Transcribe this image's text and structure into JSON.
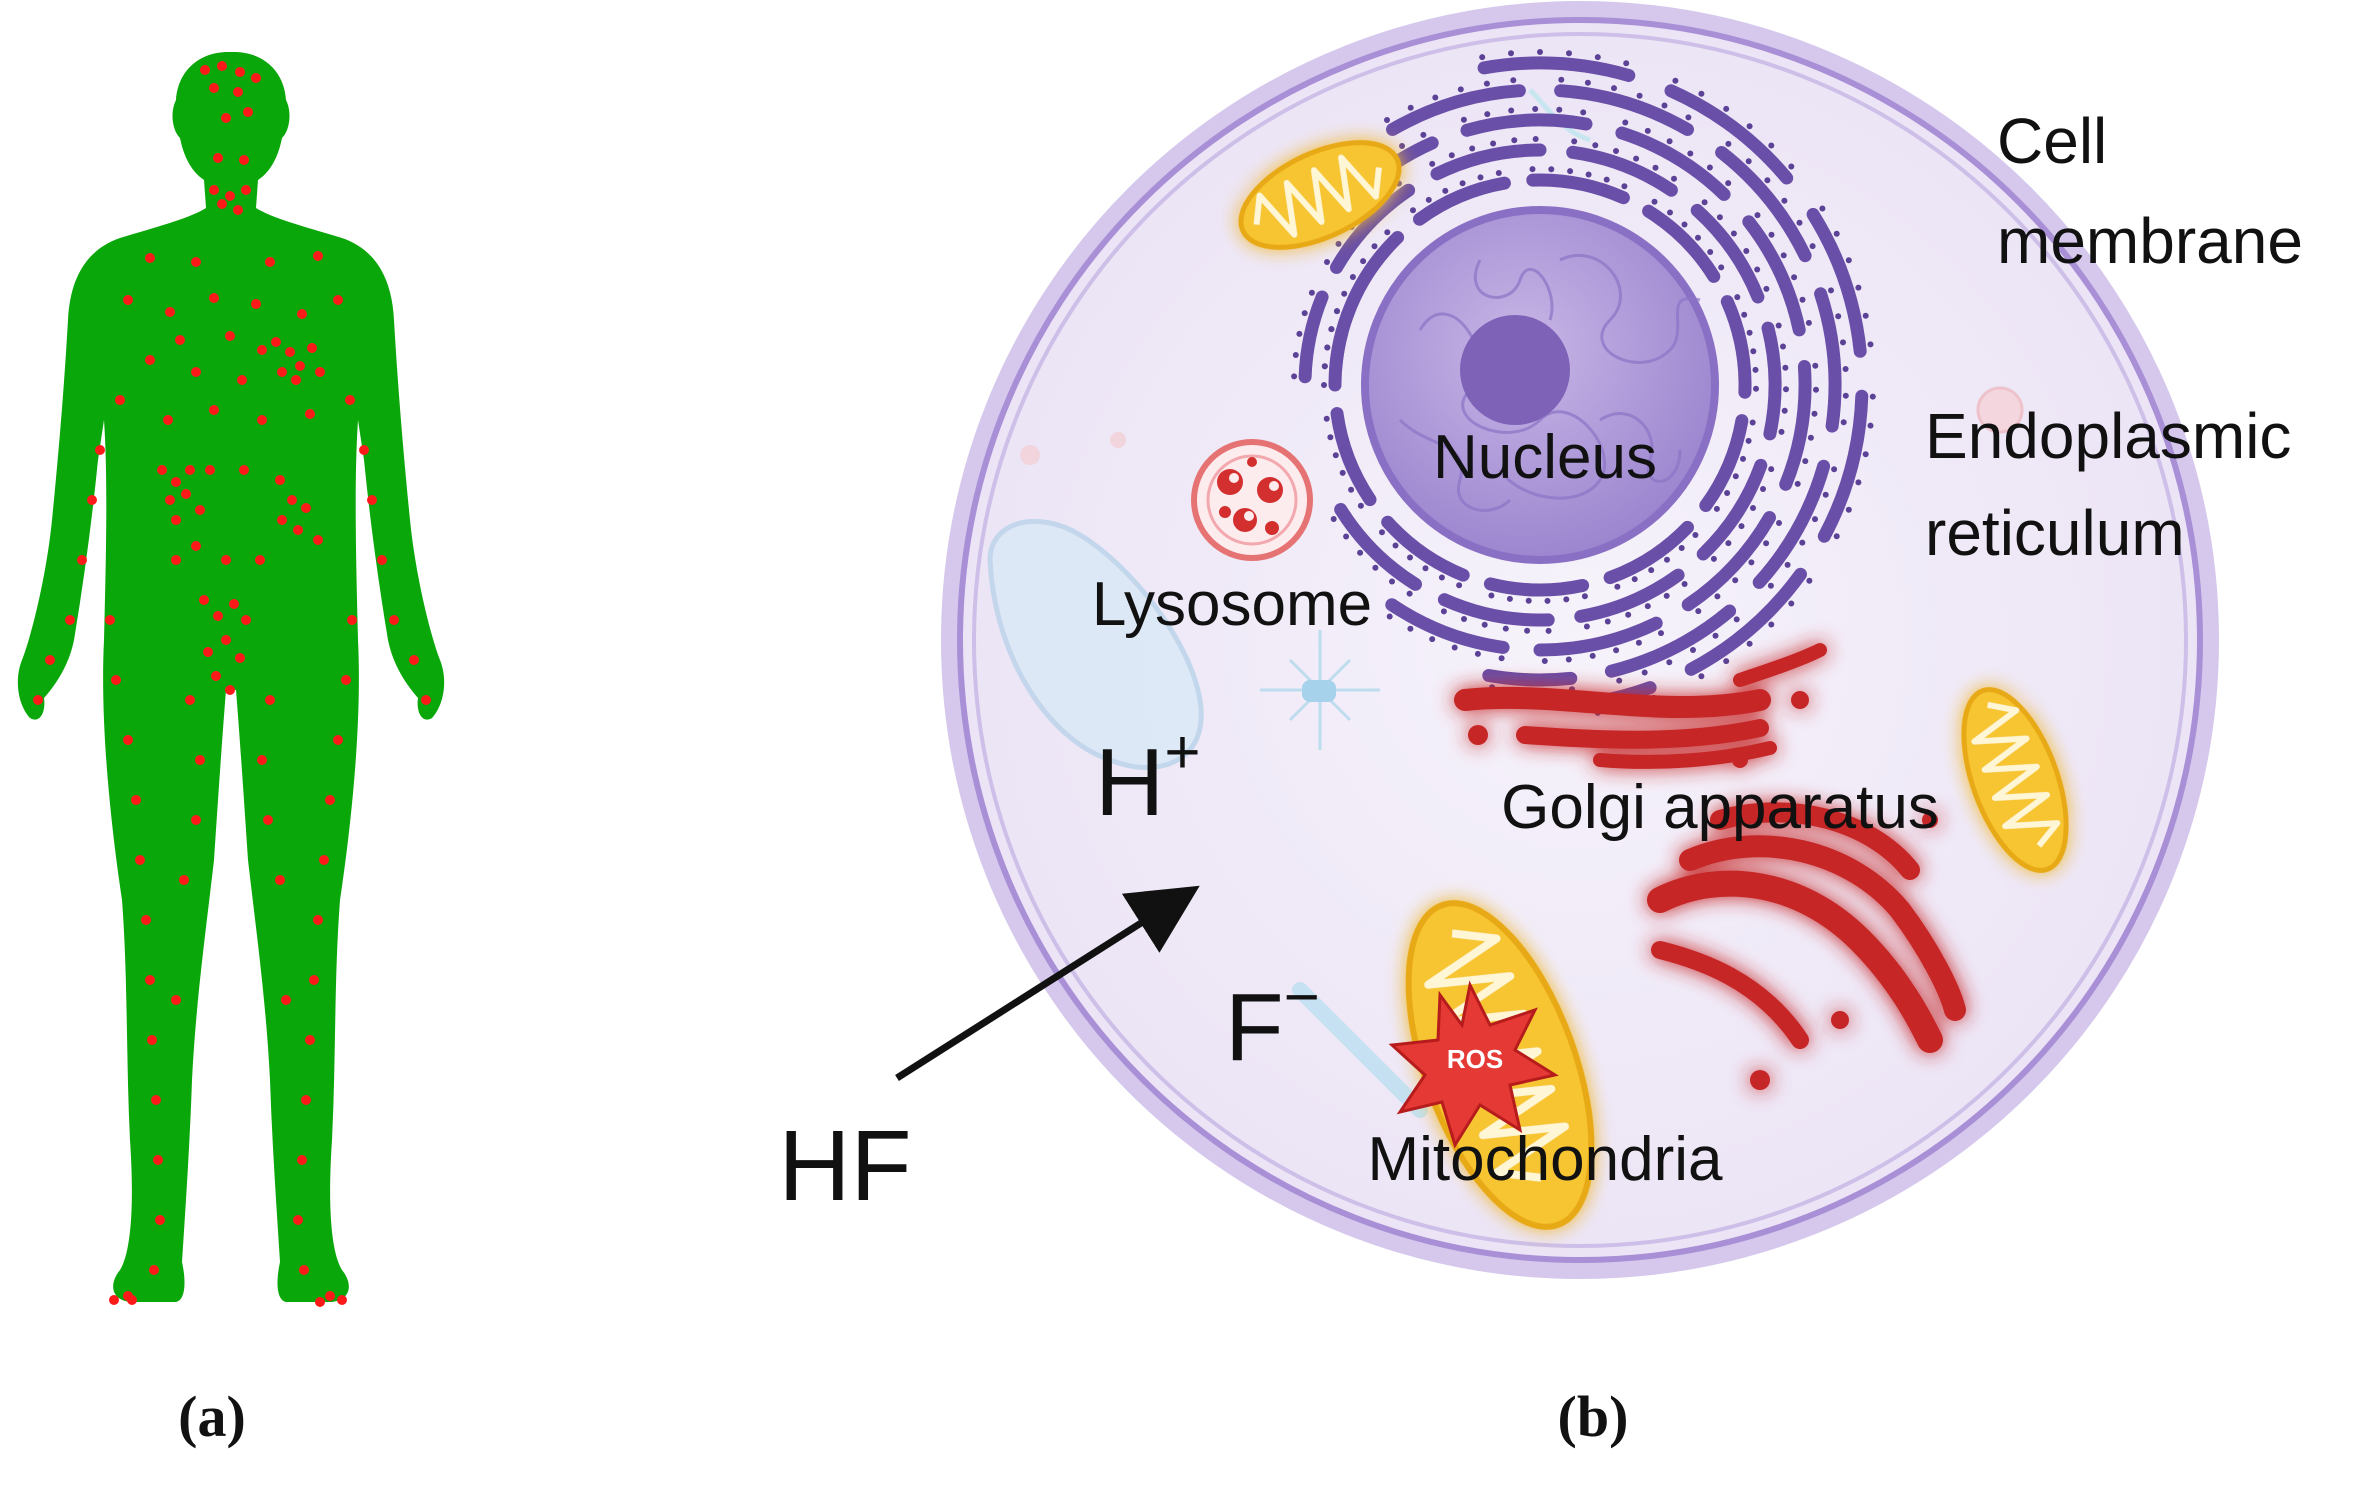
{
  "panels": {
    "a": "(a)",
    "b": "(b)"
  },
  "labels": {
    "cell_membrane": [
      "Cell",
      "membrane"
    ],
    "endoplasmic_reticulum": [
      "Endoplasmic",
      "reticulum"
    ],
    "nucleus": "Nucleus",
    "lysosome": "Lysosome",
    "golgi": "Golgi apparatus",
    "mitochondria": "Mitochondria",
    "ros": "ROS",
    "hf": "HF",
    "h_ion": "H",
    "h_charge": "+",
    "f_ion": "F",
    "f_charge": "−"
  },
  "colors": {
    "body": "#0aa70a",
    "spots": "#ff1a1a",
    "cell_fill": "#f1ecf8",
    "membrane": "#b39ddb",
    "nucleus": "#7e62b8",
    "er": "#6a4fa8",
    "golgi": "#d32f2f",
    "mito": "#f7c531",
    "lysosome": "#e57373",
    "arrow": "#111111"
  }
}
